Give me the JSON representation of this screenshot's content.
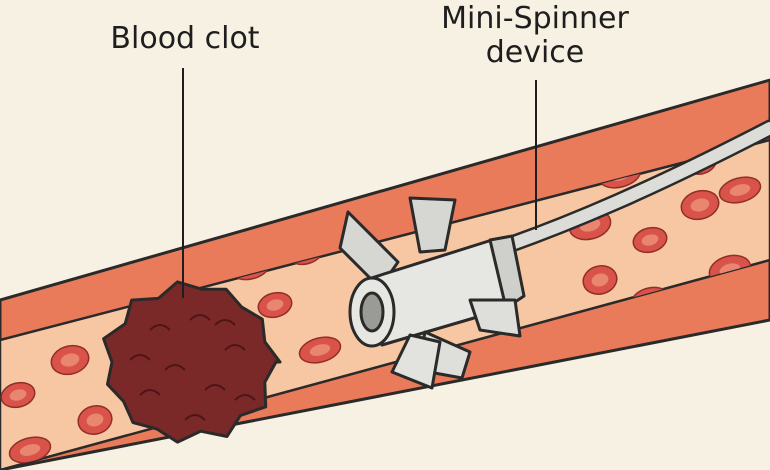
{
  "labels": {
    "blood_clot": "Blood clot",
    "device_line1": "Mini-Spinner",
    "device_line2": "device"
  },
  "colors": {
    "background": "#f7f1e3",
    "vessel_wall": "#e97a5a",
    "vessel_lumen": "#f6c7a2",
    "blood_cell": "#d9534a",
    "blood_cell_center": "#e98670",
    "clot": "#7a2828",
    "device_body": "#e2e2de",
    "outline": "#2a2a2a"
  },
  "icons": {
    "clot": "blood-clot-icon",
    "device": "spinner-device-icon",
    "catheter": "catheter-wire-icon"
  }
}
